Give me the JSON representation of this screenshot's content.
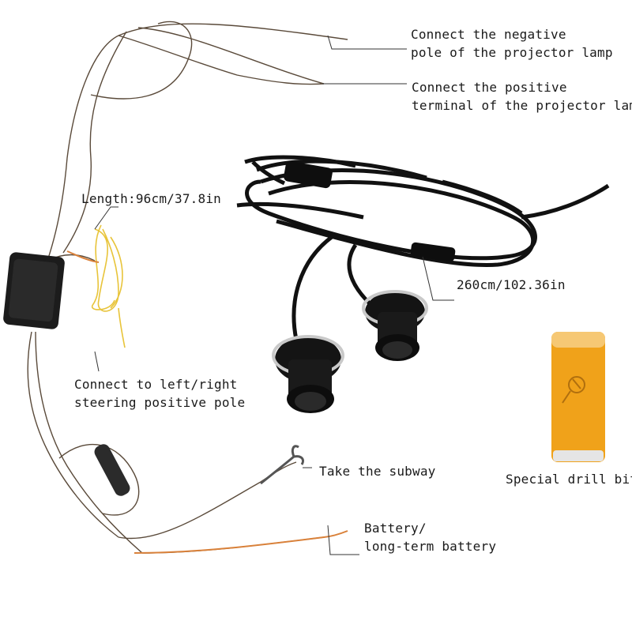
{
  "labels": {
    "negative": {
      "line1": "Connect the negative",
      "line2": "pole of the projector lamp"
    },
    "positive": {
      "line1": "Connect the positive",
      "line2": "terminal of the projector lamp"
    },
    "length": "Length:96cm/37.8in",
    "cable_length": "260cm/102.36in",
    "steering": {
      "line1": "Connect to left/right",
      "line2": "steering positive pole"
    },
    "subway": "Take the subway",
    "battery": {
      "line1": "Battery/",
      "line2": "long-term battery"
    },
    "drill_bit": "Special drill bit"
  },
  "colors": {
    "wire": "#5a4a3a",
    "cable": "#111111",
    "yellow_wire": "#e8c43a",
    "orange_wire": "#d9813a",
    "drill_fill": "#f0a21a"
  }
}
